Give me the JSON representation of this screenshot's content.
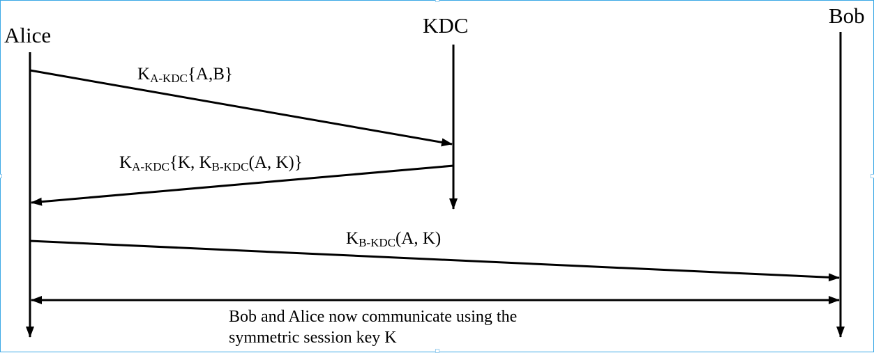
{
  "actors": {
    "alice": "Alice",
    "kdc": "KDC",
    "bob": "Bob"
  },
  "messages": {
    "m1": {
      "key": "K",
      "key_sub": "A-KDC",
      "payload": "{A,B}"
    },
    "m2": {
      "key": "K",
      "key_sub": "A-KDC",
      "pre": "{K, ",
      "inner_key": "K",
      "inner_sub": "B-KDC",
      "inner_payload": "(A, K)}"
    },
    "m3": {
      "key": "K",
      "key_sub": "B-KDC",
      "payload": "(A, K)"
    }
  },
  "note": {
    "line1": "Bob and Alice now communicate using the",
    "line2": "symmetric session key K"
  },
  "colors": {
    "frame": "#3aa8e6",
    "ink": "#000000"
  }
}
